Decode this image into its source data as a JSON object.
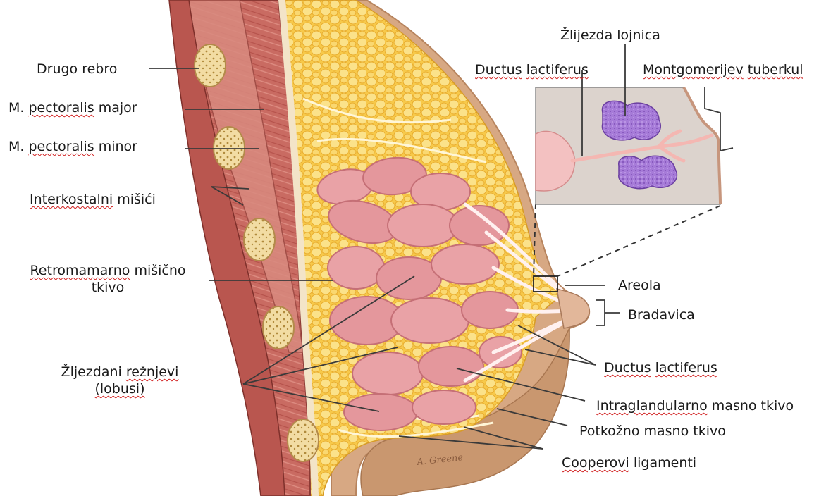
{
  "colors": {
    "muscle": "#c6605a",
    "muscle_light": "#d98a7f",
    "fat": "#f7c94a",
    "fat_light": "#fbe28a",
    "gland": "#e8a0a3",
    "gland_dark": "#c97479",
    "skin": "#d7a883",
    "rib": "#f0d9a0",
    "sebaceous": "#a97ad8",
    "inset_bg": "#d9d2cd",
    "leader": "#333333"
  },
  "labels": {
    "drugo_rebro": "Drugo rebro",
    "pect_major_m": "M.",
    "pect_major_w": "pectoralis",
    "pect_major_r": "major",
    "pect_minor_m": "M.",
    "pect_minor_w": "pectoralis",
    "pect_minor_r": "minor",
    "interkost_w": "Interkostalni",
    "interkost_r": "mišići",
    "retromam_w": "Retromamarno",
    "retromam_r": "mišično",
    "retromam_2": "tkivo",
    "zlijezdani_w": "Žljezdani",
    "zlijezdani_r": "režnjevi",
    "lobusi_w": "(lobusi)",
    "zlijezda_w": "Žlijezda",
    "zlijezda_r": "lojnica",
    "ductus_a": "Ductus",
    "ductus_b": "lactiferus",
    "montgomery_a": "Montgomerijev",
    "montgomery_b": "tuberkul",
    "areola": "Areola",
    "bradavica": "Bradavica",
    "ductus2_a": "Ductus",
    "ductus2_b": "lactiferus",
    "intragland_a": "Intraglandularno",
    "intragland_b": "masno tkivo",
    "potkozno_a": "Potkožno",
    "potkozno_b": "masno tkivo",
    "cooper_a": "Cooperovi",
    "cooper_b": "ligamenti",
    "signature": "A. Greene"
  }
}
